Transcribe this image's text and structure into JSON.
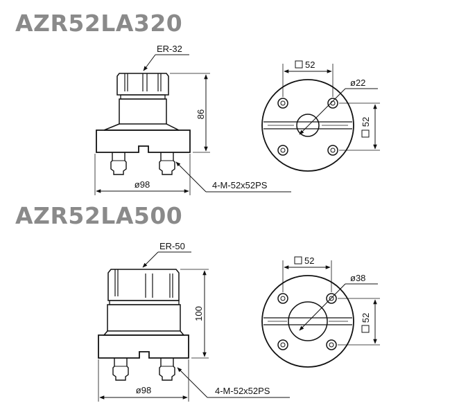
{
  "drawings": [
    {
      "model": "AZR52LA320",
      "collet": "ER-32",
      "height": "86",
      "base_diameter": "ø98",
      "mount": "4-M-52x52PS",
      "pattern_x": "52",
      "pattern_y": "52",
      "bore": "ø22"
    },
    {
      "model": "AZR52LA500",
      "collet": "ER-50",
      "height": "100",
      "base_diameter": "ø98",
      "mount": "4-M-52x52PS",
      "pattern_x": "52",
      "pattern_y": "52",
      "bore": "ø38"
    }
  ],
  "colors": {
    "title": "#8a8a8a",
    "line": "#111111"
  }
}
